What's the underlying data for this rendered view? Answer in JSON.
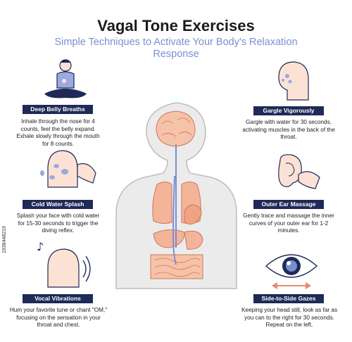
{
  "title": "Vagal Tone Exercises",
  "subtitle": "Simple Techniques to Activate Your Body's Relaxation Response",
  "exercises": [
    {
      "label": "Deep Belly Breaths",
      "text": "Inhale through the nose for 4 counts, feel the belly expand. Exhale slowly through the mouth for 8 counts.",
      "icon": "meditating-person-icon"
    },
    {
      "label": "Cold Water Splash",
      "text": "Splash your face with cold water for 15-30 seconds to trigger the diving reflex.",
      "icon": "face-splash-icon"
    },
    {
      "label": "Vocal Vibrations",
      "text": "Hum your favorite tune or chant \"OM,\" focusing on the sensation in your throat and chest.",
      "icon": "humming-head-icon"
    },
    {
      "label": "Gargle Vigorously",
      "text": "Gargle with water for 30 seconds, activating muscles in the back of the throat.",
      "icon": "gargling-head-icon"
    },
    {
      "label": "Outer Ear Massage",
      "text": "Gently trace and massage the inner curves of your outer ear for 1-2 minutes.",
      "icon": "ear-massage-icon"
    },
    {
      "label": "Side-to-Side Gazes",
      "text": "Keeping your head still, look as far as you can to the right for 30 seconds. Repeat on the left.",
      "icon": "eye-icon"
    }
  ],
  "stock_id": "1938448219",
  "colors": {
    "navy": "#1e2a57",
    "accent": "#7a8fd0",
    "organ": "#f4b49a",
    "skin": "#fbe2d4",
    "body": "#eceaea"
  }
}
